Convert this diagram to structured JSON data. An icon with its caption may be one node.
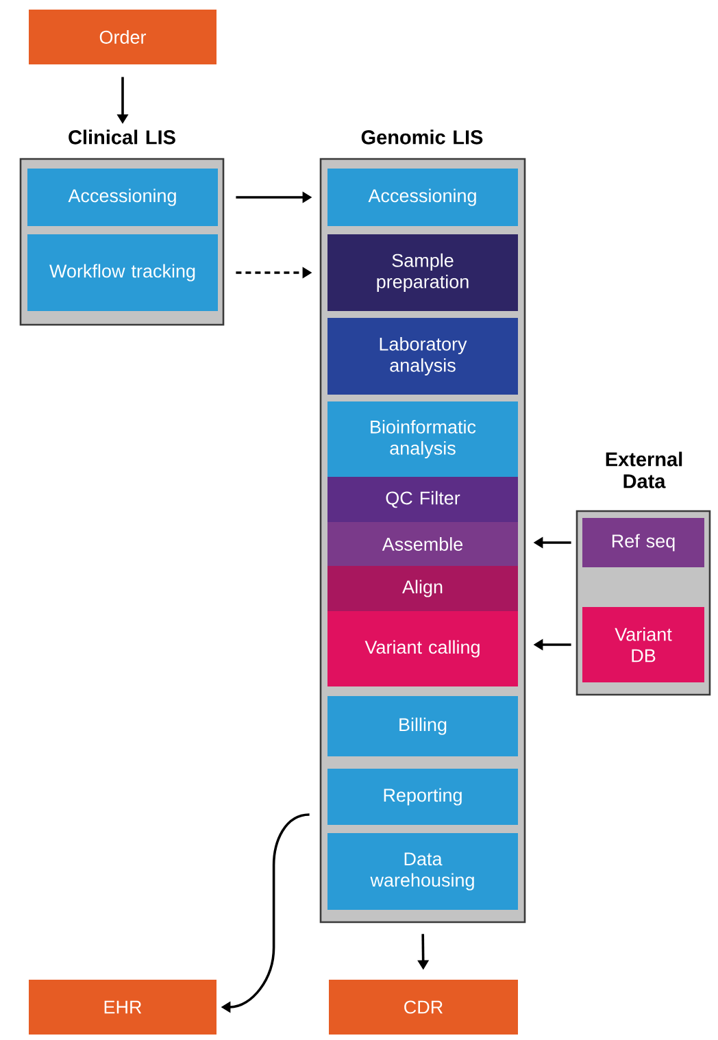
{
  "diagram": {
    "nodes": [
      {
        "text": [
          "Order"
        ]
      },
      {
        "text": [
          "Clinical LIS"
        ]
      },
      {
        "text": [
          "Accessioning"
        ],
        "in": 1
      },
      {
        "text": [
          "Workflow tracking"
        ],
        "in": 1
      },
      {
        "text": [
          "Genomic LIS"
        ]
      },
      {
        "text": [
          "Accessioning"
        ],
        "in": 4
      },
      {
        "text": [
          "Sample preparation"
        ],
        "in": 4
      },
      {
        "text": [
          "Laboratory analysis"
        ],
        "in": 4
      },
      {
        "text": [
          "Bioinformatic analysis"
        ],
        "in": 4
      },
      {
        "text": [
          "QC Filter"
        ],
        "in": 4
      },
      {
        "text": [
          "Assemble"
        ],
        "in": 4
      },
      {
        "text": [
          "Align"
        ],
        "in": 4
      },
      {
        "text": [
          "Variant calling"
        ],
        "in": 4
      },
      {
        "text": [
          "Billing"
        ],
        "in": 4
      },
      {
        "text": [
          "Reporting"
        ],
        "in": 4
      },
      {
        "text": [
          "Data warehousing"
        ],
        "in": 4
      },
      {
        "text": [
          "External Data"
        ]
      },
      {
        "text": [
          "Ref seq"
        ],
        "in": 16
      },
      {
        "text": [
          "Variant DB"
        ],
        "in": 16
      },
      {
        "text": [
          "EHR"
        ]
      },
      {
        "text": [
          "CDR"
        ]
      }
    ],
    "edges": [
      {
        "from": 0,
        "to": 1,
        "arrow": "to"
      },
      {
        "from": 2,
        "to": 5,
        "arrow": "to"
      },
      {
        "from": 3,
        "to": 6,
        "arrow": "to",
        "style": "dashed"
      },
      {
        "from": 17,
        "to": 10,
        "arrow": "to"
      },
      {
        "from": 18,
        "to": 12,
        "arrow": "to"
      },
      {
        "from": 14,
        "to": 19,
        "arrow": "to"
      },
      {
        "from": 4,
        "to": 20,
        "arrow": "to"
      }
    ]
  }
}
